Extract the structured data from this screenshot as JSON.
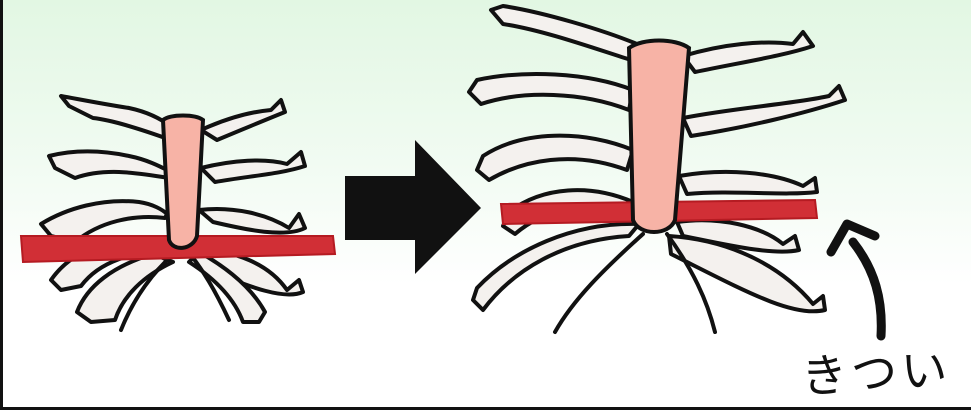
{
  "caption": "きつい",
  "colors": {
    "background_top": "#e2f7e3",
    "sternum": "#f7b3a6",
    "band": "#d12f36",
    "rib": "#f4f1ee",
    "arrow": "#111111"
  },
  "icons": {
    "transition_arrow": "big-right-arrow",
    "pointer_arrow": "curved-up-arrow"
  }
}
